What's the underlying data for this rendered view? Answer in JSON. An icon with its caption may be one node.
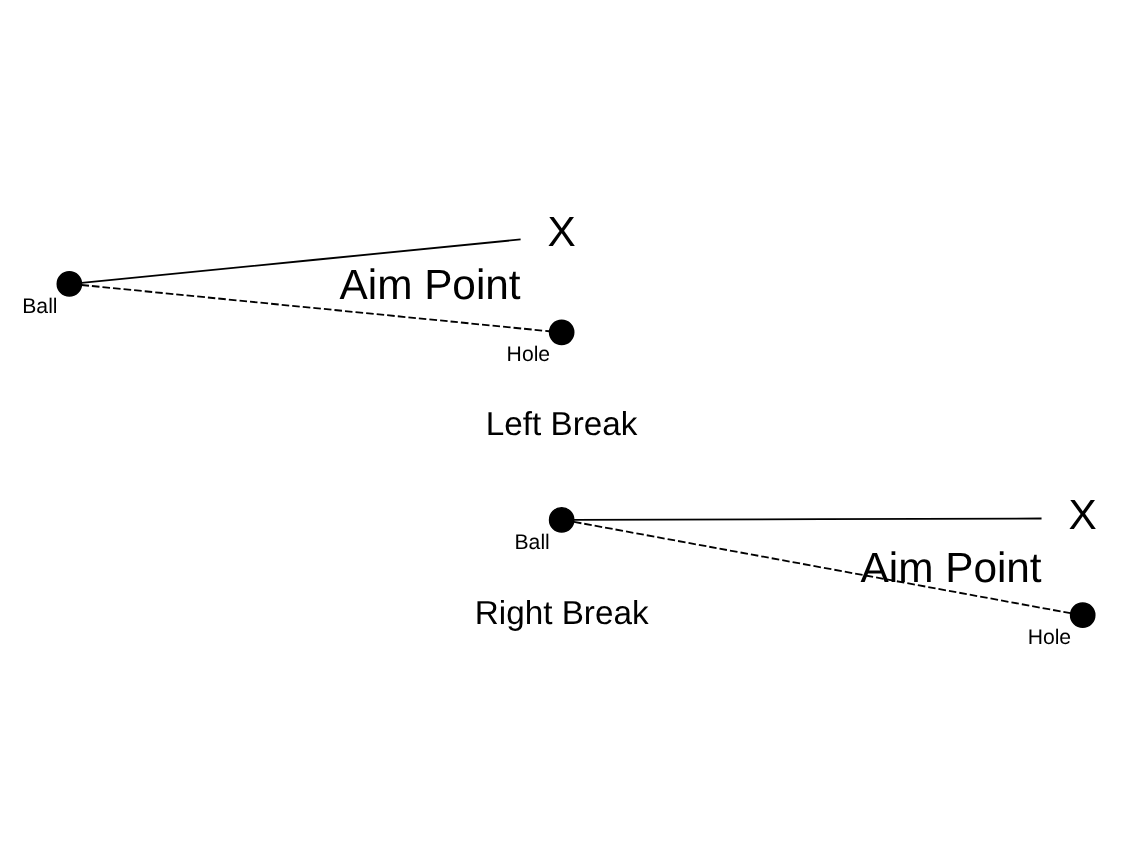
{
  "diagram": {
    "nodes": [
      {
        "text": [
          "X"
        ],
        "beside": [
          "Aim Point"
        ]
      },
      {
        "text": [],
        "shape": "circle",
        "beside": [
          "Ball"
        ]
      },
      {
        "text": [],
        "shape": "circle",
        "beside": [
          "Hole"
        ]
      },
      {
        "text": [],
        "shape": "circle",
        "beside": [
          "Ball"
        ]
      },
      {
        "text": [
          "X"
        ],
        "beside": [
          "Aim Point"
        ]
      },
      {
        "text": [],
        "shape": "circle",
        "beside": [
          "Hole"
        ]
      }
    ],
    "edges": [
      {
        "from": 1,
        "to": 0,
        "arrow": "none"
      },
      {
        "from": 1,
        "to": 2,
        "arrow": "none",
        "style": "dashed"
      },
      {
        "from": 3,
        "to": 4,
        "arrow": "none"
      },
      {
        "from": 3,
        "to": 5,
        "arrow": "none",
        "style": "dashed"
      }
    ],
    "labels": [
      "Left Break",
      "Right Break"
    ]
  }
}
